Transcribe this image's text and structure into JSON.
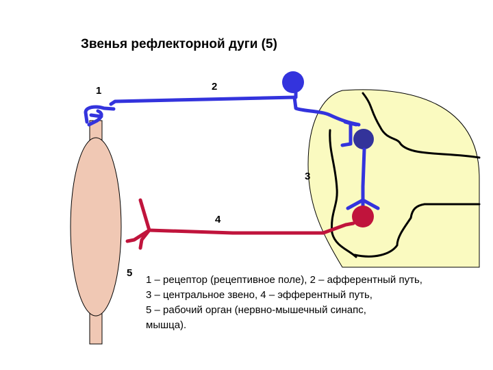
{
  "title": "Звенья рефлекторной дуги (5)",
  "labels": {
    "n1": "1",
    "n2": "2",
    "n3": "3",
    "n4": "4",
    "n5": "5"
  },
  "legend": {
    "line1": "1 – рецептор (рецептивное поле), 2 – афферентный путь,",
    "line2": "3 – центральное звено, 4 – эфферентный путь,",
    "line3": "5 – рабочий орган (нервно-мышечный синапс,",
    "line4": "мышца)."
  },
  "colors": {
    "afferent": "#3333dd",
    "interneuron": "#33339a",
    "efferent": "#c0143c",
    "muscle": "#f0c8b4",
    "spinal_cord": "#fafac0"
  }
}
